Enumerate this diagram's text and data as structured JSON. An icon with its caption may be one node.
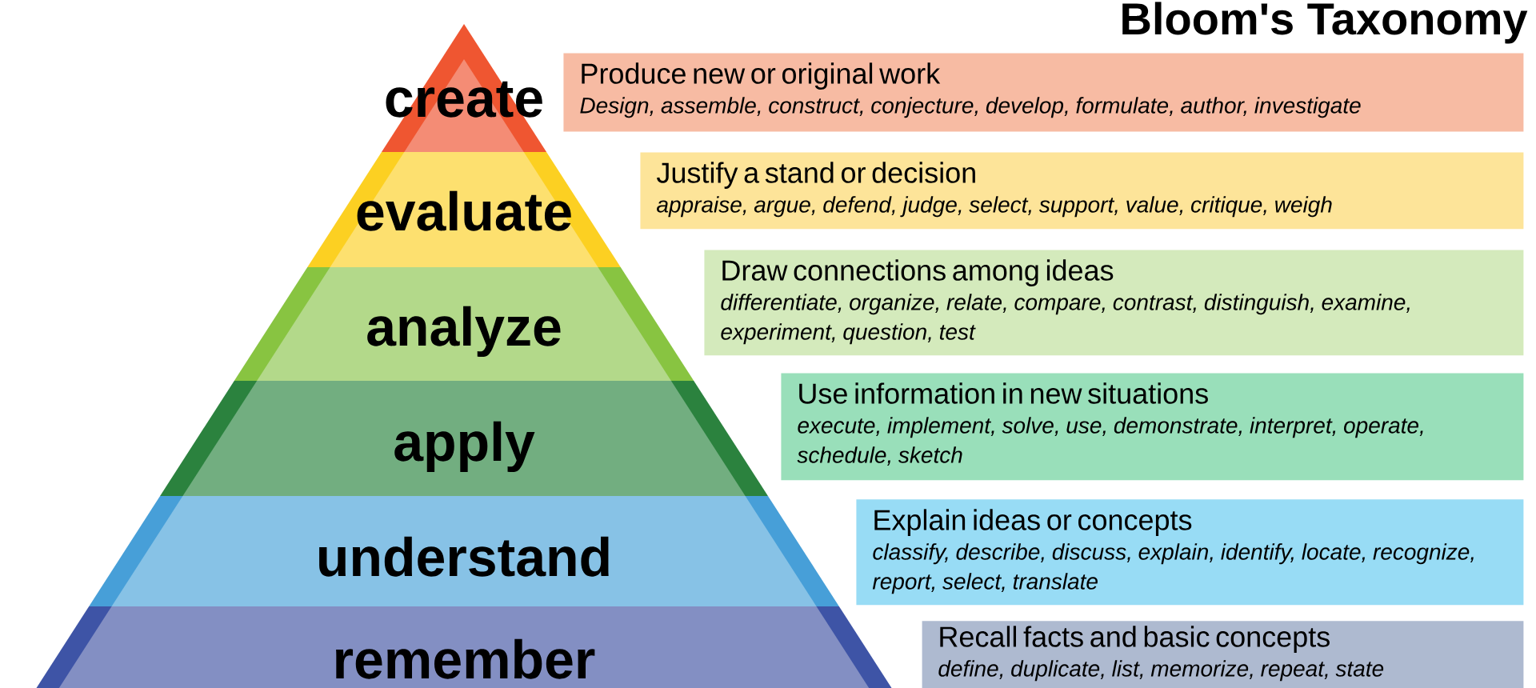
{
  "diagram": {
    "title": "Bloom's Taxonomy",
    "nodes": [
      {
        "text": [
          "create"
        ]
      },
      {
        "text": [
          "Produce new or original work",
          "Design, assemble, construct, conjecture, develop, formulate, author, investigate"
        ]
      },
      {
        "text": [
          "evaluate"
        ]
      },
      {
        "text": [
          "Justify a stand or decision",
          "appraise, argue, defend, judge, select, support, value, critique, weigh"
        ]
      },
      {
        "text": [
          "analyze"
        ]
      },
      {
        "text": [
          "Draw connections among ideas",
          "differentiate, organize, relate, compare, contrast, distinguish, examine, experiment, question, test"
        ]
      },
      {
        "text": [
          "apply"
        ]
      },
      {
        "text": [
          "Use information in new situations",
          "execute, implement, solve, use, demonstrate, interpret, operate, schedule, sketch"
        ]
      },
      {
        "text": [
          "understand"
        ]
      },
      {
        "text": [
          "Explain ideas or concepts",
          "classify, describe, discuss, explain, identify, locate, recognize, report, select, translate"
        ]
      },
      {
        "text": [
          "remember"
        ]
      },
      {
        "text": [
          "Recall facts and basic concepts",
          "define, duplicate, list, memorize, repeat, state"
        ]
      }
    ]
  }
}
